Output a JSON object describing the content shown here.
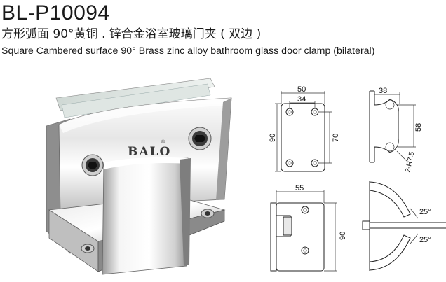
{
  "header": {
    "model": "BL-P10094",
    "title_cn": "方形弧面 90°黄铜 . 锌合金浴室玻璃门夹 ( 双边 )",
    "title_en": "Square Cambered surface 90° Brass zinc alloy bathroom glass door clamp (bilateral)"
  },
  "product": {
    "brand": "BALO",
    "brand_mark": "®"
  },
  "drawings": {
    "front": {
      "width_outer": "50",
      "width_inner": "34",
      "height_outer": "90",
      "height_inner": "70"
    },
    "side": {
      "depth": "38",
      "height": "58",
      "radius": "2-R7.5"
    },
    "open": {
      "width": "55",
      "height": "90"
    },
    "top": {
      "angle_top": "25°",
      "angle_bottom": "25°"
    }
  },
  "colors": {
    "line": "#222222",
    "metal_light": "#f4f4f4",
    "metal_dark": "#7a7a7a"
  }
}
